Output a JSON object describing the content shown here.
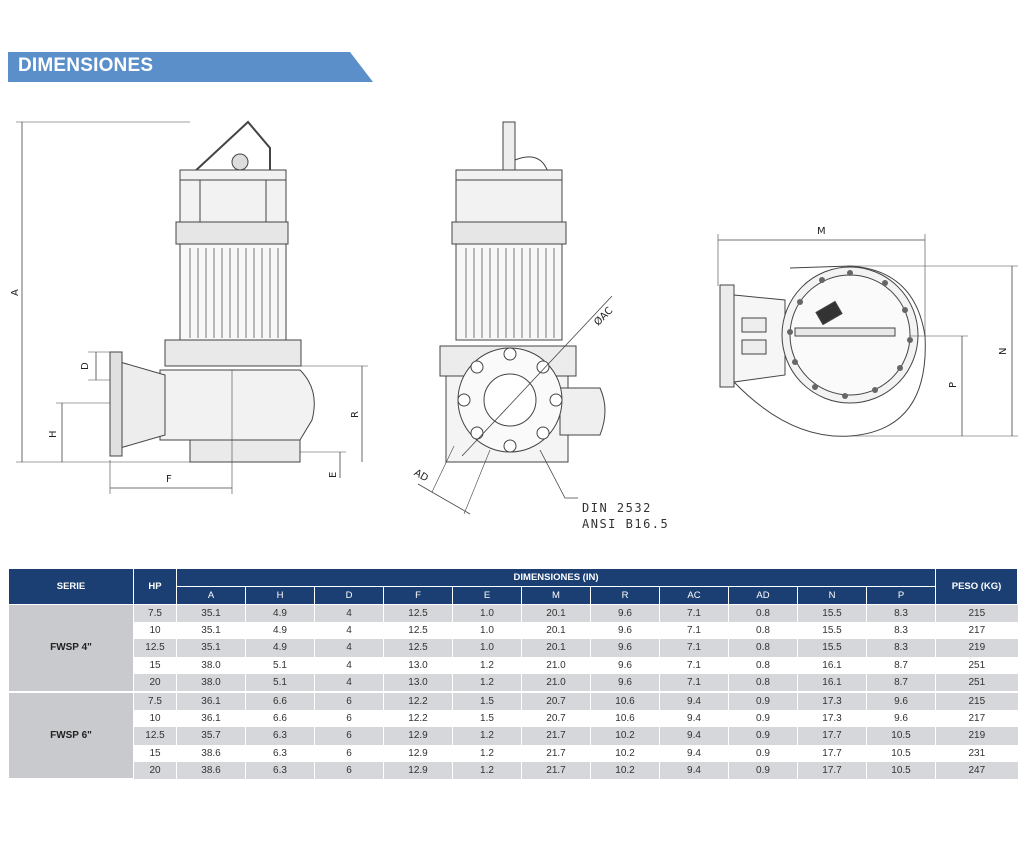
{
  "banner": {
    "title": "DIMENSIONES",
    "color": "#5b8fc9"
  },
  "drawing_labels": {
    "a": "A",
    "d": "D",
    "h": "H",
    "f": "F",
    "r": "R",
    "e": "E",
    "ac": "ØAC",
    "ad": "AD",
    "din": "DIN 2532",
    "ansi": "ANSI B16.5",
    "m": "M",
    "n": "N",
    "p": "P"
  },
  "table": {
    "headers": {
      "serie": "SERIE",
      "hp": "HP",
      "group": "DIMENSIONES (IN)",
      "peso": "PESO (KG)",
      "cols": [
        "A",
        "H",
        "D",
        "F",
        "E",
        "M",
        "R",
        "AC",
        "AD",
        "N",
        "P"
      ]
    },
    "groups": [
      {
        "serie": "FWSP 4\"",
        "rows": [
          {
            "hp": "7.5",
            "vals": [
              "35.1",
              "4.9",
              "4",
              "12.5",
              "1.0",
              "20.1",
              "9.6",
              "7.1",
              "0.8",
              "15.5",
              "8.3"
            ],
            "peso": "215"
          },
          {
            "hp": "10",
            "vals": [
              "35.1",
              "4.9",
              "4",
              "12.5",
              "1.0",
              "20.1",
              "9.6",
              "7.1",
              "0.8",
              "15.5",
              "8.3"
            ],
            "peso": "217"
          },
          {
            "hp": "12.5",
            "vals": [
              "35.1",
              "4.9",
              "4",
              "12.5",
              "1.0",
              "20.1",
              "9.6",
              "7.1",
              "0.8",
              "15.5",
              "8.3"
            ],
            "peso": "219"
          },
          {
            "hp": "15",
            "vals": [
              "38.0",
              "5.1",
              "4",
              "13.0",
              "1.2",
              "21.0",
              "9.6",
              "7.1",
              "0.8",
              "16.1",
              "8.7"
            ],
            "peso": "251"
          },
          {
            "hp": "20",
            "vals": [
              "38.0",
              "5.1",
              "4",
              "13.0",
              "1.2",
              "21.0",
              "9.6",
              "7.1",
              "0.8",
              "16.1",
              "8.7"
            ],
            "peso": "251"
          }
        ]
      },
      {
        "serie": "FWSP 6\"",
        "rows": [
          {
            "hp": "7.5",
            "vals": [
              "36.1",
              "6.6",
              "6",
              "12.2",
              "1.5",
              "20.7",
              "10.6",
              "9.4",
              "0.9",
              "17.3",
              "9.6"
            ],
            "peso": "215"
          },
          {
            "hp": "10",
            "vals": [
              "36.1",
              "6.6",
              "6",
              "12.2",
              "1.5",
              "20.7",
              "10.6",
              "9.4",
              "0.9",
              "17.3",
              "9.6"
            ],
            "peso": "217"
          },
          {
            "hp": "12.5",
            "vals": [
              "35.7",
              "6.3",
              "6",
              "12.9",
              "1.2",
              "21.7",
              "10.2",
              "9.4",
              "0.9",
              "17.7",
              "10.5"
            ],
            "peso": "219"
          },
          {
            "hp": "15",
            "vals": [
              "38.6",
              "6.3",
              "6",
              "12.9",
              "1.2",
              "21.7",
              "10.2",
              "9.4",
              "0.9",
              "17.7",
              "10.5"
            ],
            "peso": "231"
          },
          {
            "hp": "20",
            "vals": [
              "38.6",
              "6.3",
              "6",
              "12.9",
              "1.2",
              "21.7",
              "10.2",
              "9.4",
              "0.9",
              "17.7",
              "10.5"
            ],
            "peso": "247"
          }
        ]
      }
    ]
  }
}
